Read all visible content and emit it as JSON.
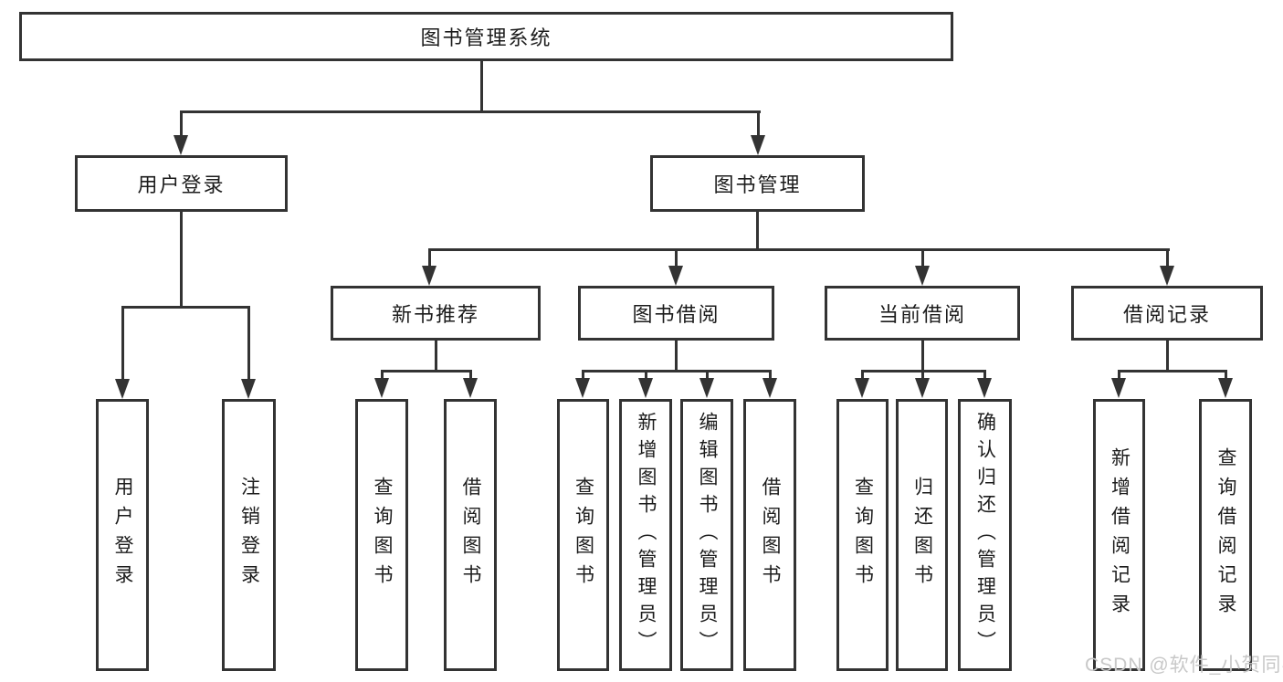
{
  "tree": {
    "root": {
      "label": "图书管理系统"
    },
    "level2": [
      {
        "label": "用户登录",
        "children": [
          {
            "label": "用户登录"
          },
          {
            "label": "注销登录"
          }
        ]
      },
      {
        "label": "图书管理",
        "children": [
          {
            "label": "新书推荐",
            "children": [
              {
                "label": "查询图书"
              },
              {
                "label": "借阅图书"
              }
            ]
          },
          {
            "label": "图书借阅",
            "children": [
              {
                "label": "查询图书"
              },
              {
                "label": "新增图书（管理员）"
              },
              {
                "label": "编辑图书（管理员）"
              },
              {
                "label": "借阅图书"
              }
            ]
          },
          {
            "label": "当前借阅",
            "children": [
              {
                "label": "查询图书"
              },
              {
                "label": "归还图书"
              },
              {
                "label": "确认归还（管理员）"
              }
            ]
          },
          {
            "label": "借阅记录",
            "children": [
              {
                "label": "新增借阅记录"
              },
              {
                "label": "查询借阅记录"
              }
            ]
          }
        ]
      }
    ]
  },
  "watermark": {
    "text": "CSDN @软件_小贺同学"
  },
  "colors": {
    "line": "#333333",
    "box_border": "#333333",
    "background": "#ffffff",
    "watermark": "#c8c8c8"
  }
}
